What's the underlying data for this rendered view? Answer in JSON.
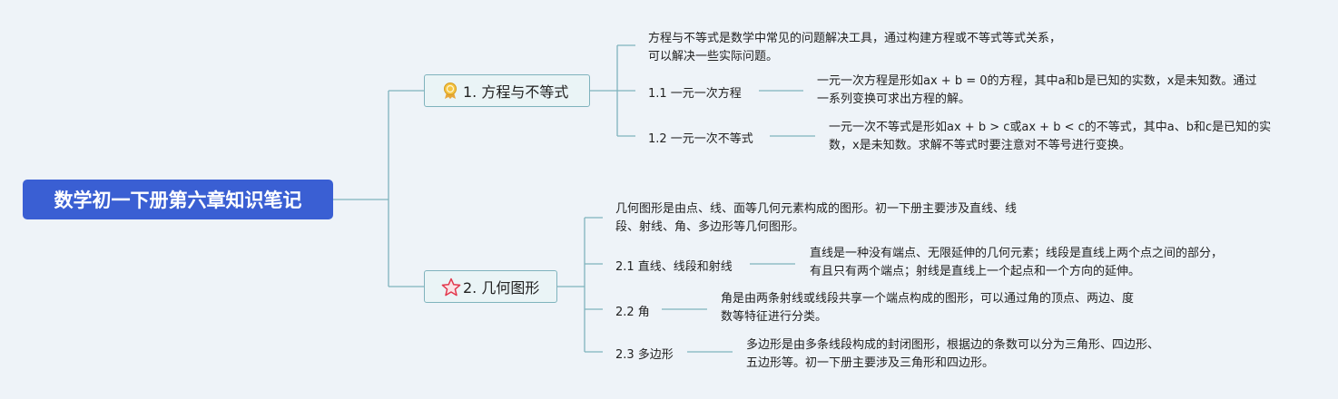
{
  "root": {
    "title": "数学初一下册第六章知识笔记"
  },
  "branches": [
    {
      "label": "1. 方程与不等式",
      "icon": "award-ribbon-icon",
      "intro": [
        "方程与不等式是数学中常见的问题解决工具，通过构建方程或不等式等式关系，",
        "可以解决一些实际问题。"
      ],
      "subs": [
        {
          "label": "1.1 一元一次方程",
          "desc": [
            "一元一次方程是形如ax + b = 0的方程，其中a和b是已知的实数，x是未知数。通过",
            "一系列变换可求出方程的解。"
          ]
        },
        {
          "label": "1.2 一元一次不等式",
          "desc": [
            "一元一次不等式是形如ax + b > c或ax + b < c的不等式，其中a、b和c是已知的实",
            "数，x是未知数。求解不等式时要注意对不等号进行变换。"
          ]
        }
      ]
    },
    {
      "label": "2. 几何图形",
      "icon": "star-icon",
      "intro": [
        "几何图形是由点、线、面等几何元素构成的图形。初一下册主要涉及直线、线",
        "段、射线、角、多边形等几何图形。"
      ],
      "subs": [
        {
          "label": "2.1 直线、线段和射线",
          "desc": [
            "直线是一种没有端点、无限延伸的几何元素；线段是直线上两个点之间的部分，",
            "有且只有两个端点；射线是直线上一个起点和一个方向的延伸。"
          ]
        },
        {
          "label": "2.2 角",
          "desc": [
            "角是由两条射线或线段共享一个端点构成的图形，可以通过角的顶点、两边、度",
            "数等特征进行分类。"
          ]
        },
        {
          "label": "2.3 多边形",
          "desc": [
            "多边形是由多条线段构成的封闭图形，根据边的条数可以分为三角形、四边形、",
            "五边形等。初一下册主要涉及三角形和四边形。"
          ]
        }
      ]
    }
  ]
}
